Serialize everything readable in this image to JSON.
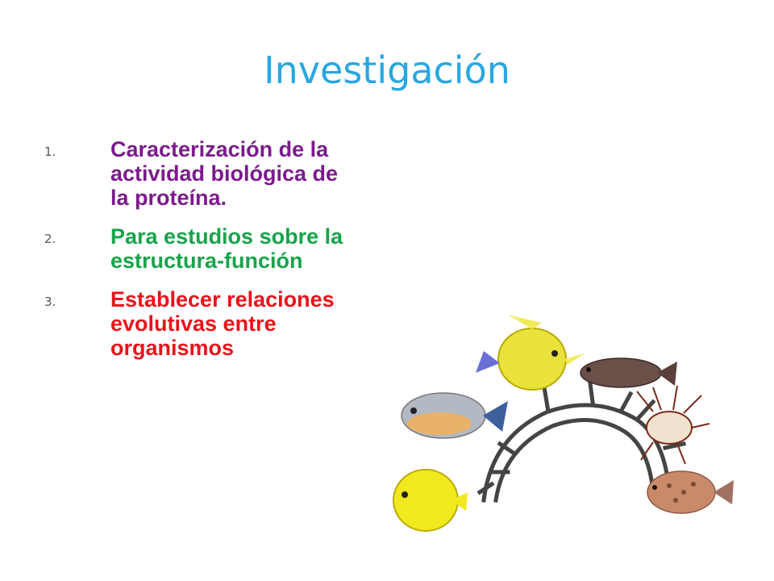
{
  "slide": {
    "title": "Investigación",
    "items": [
      {
        "number": "1.",
        "text": "Caracterización de la actividad biológica de la proteína.",
        "color": "#7b1a8c"
      },
      {
        "number": "2.",
        "text": "Para estudios sobre la estructura-función",
        "color": "#17a34a"
      },
      {
        "number": "3.",
        "text": "Establecer relaciones evolutivas entre organismos",
        "color": "#e8131b"
      }
    ]
  },
  "colors": {
    "title": "#2aa6e0",
    "tree_lines": "#444444"
  },
  "illustration": {
    "name": "phylogenetic-tree-of-fish",
    "fish_count": 6
  }
}
